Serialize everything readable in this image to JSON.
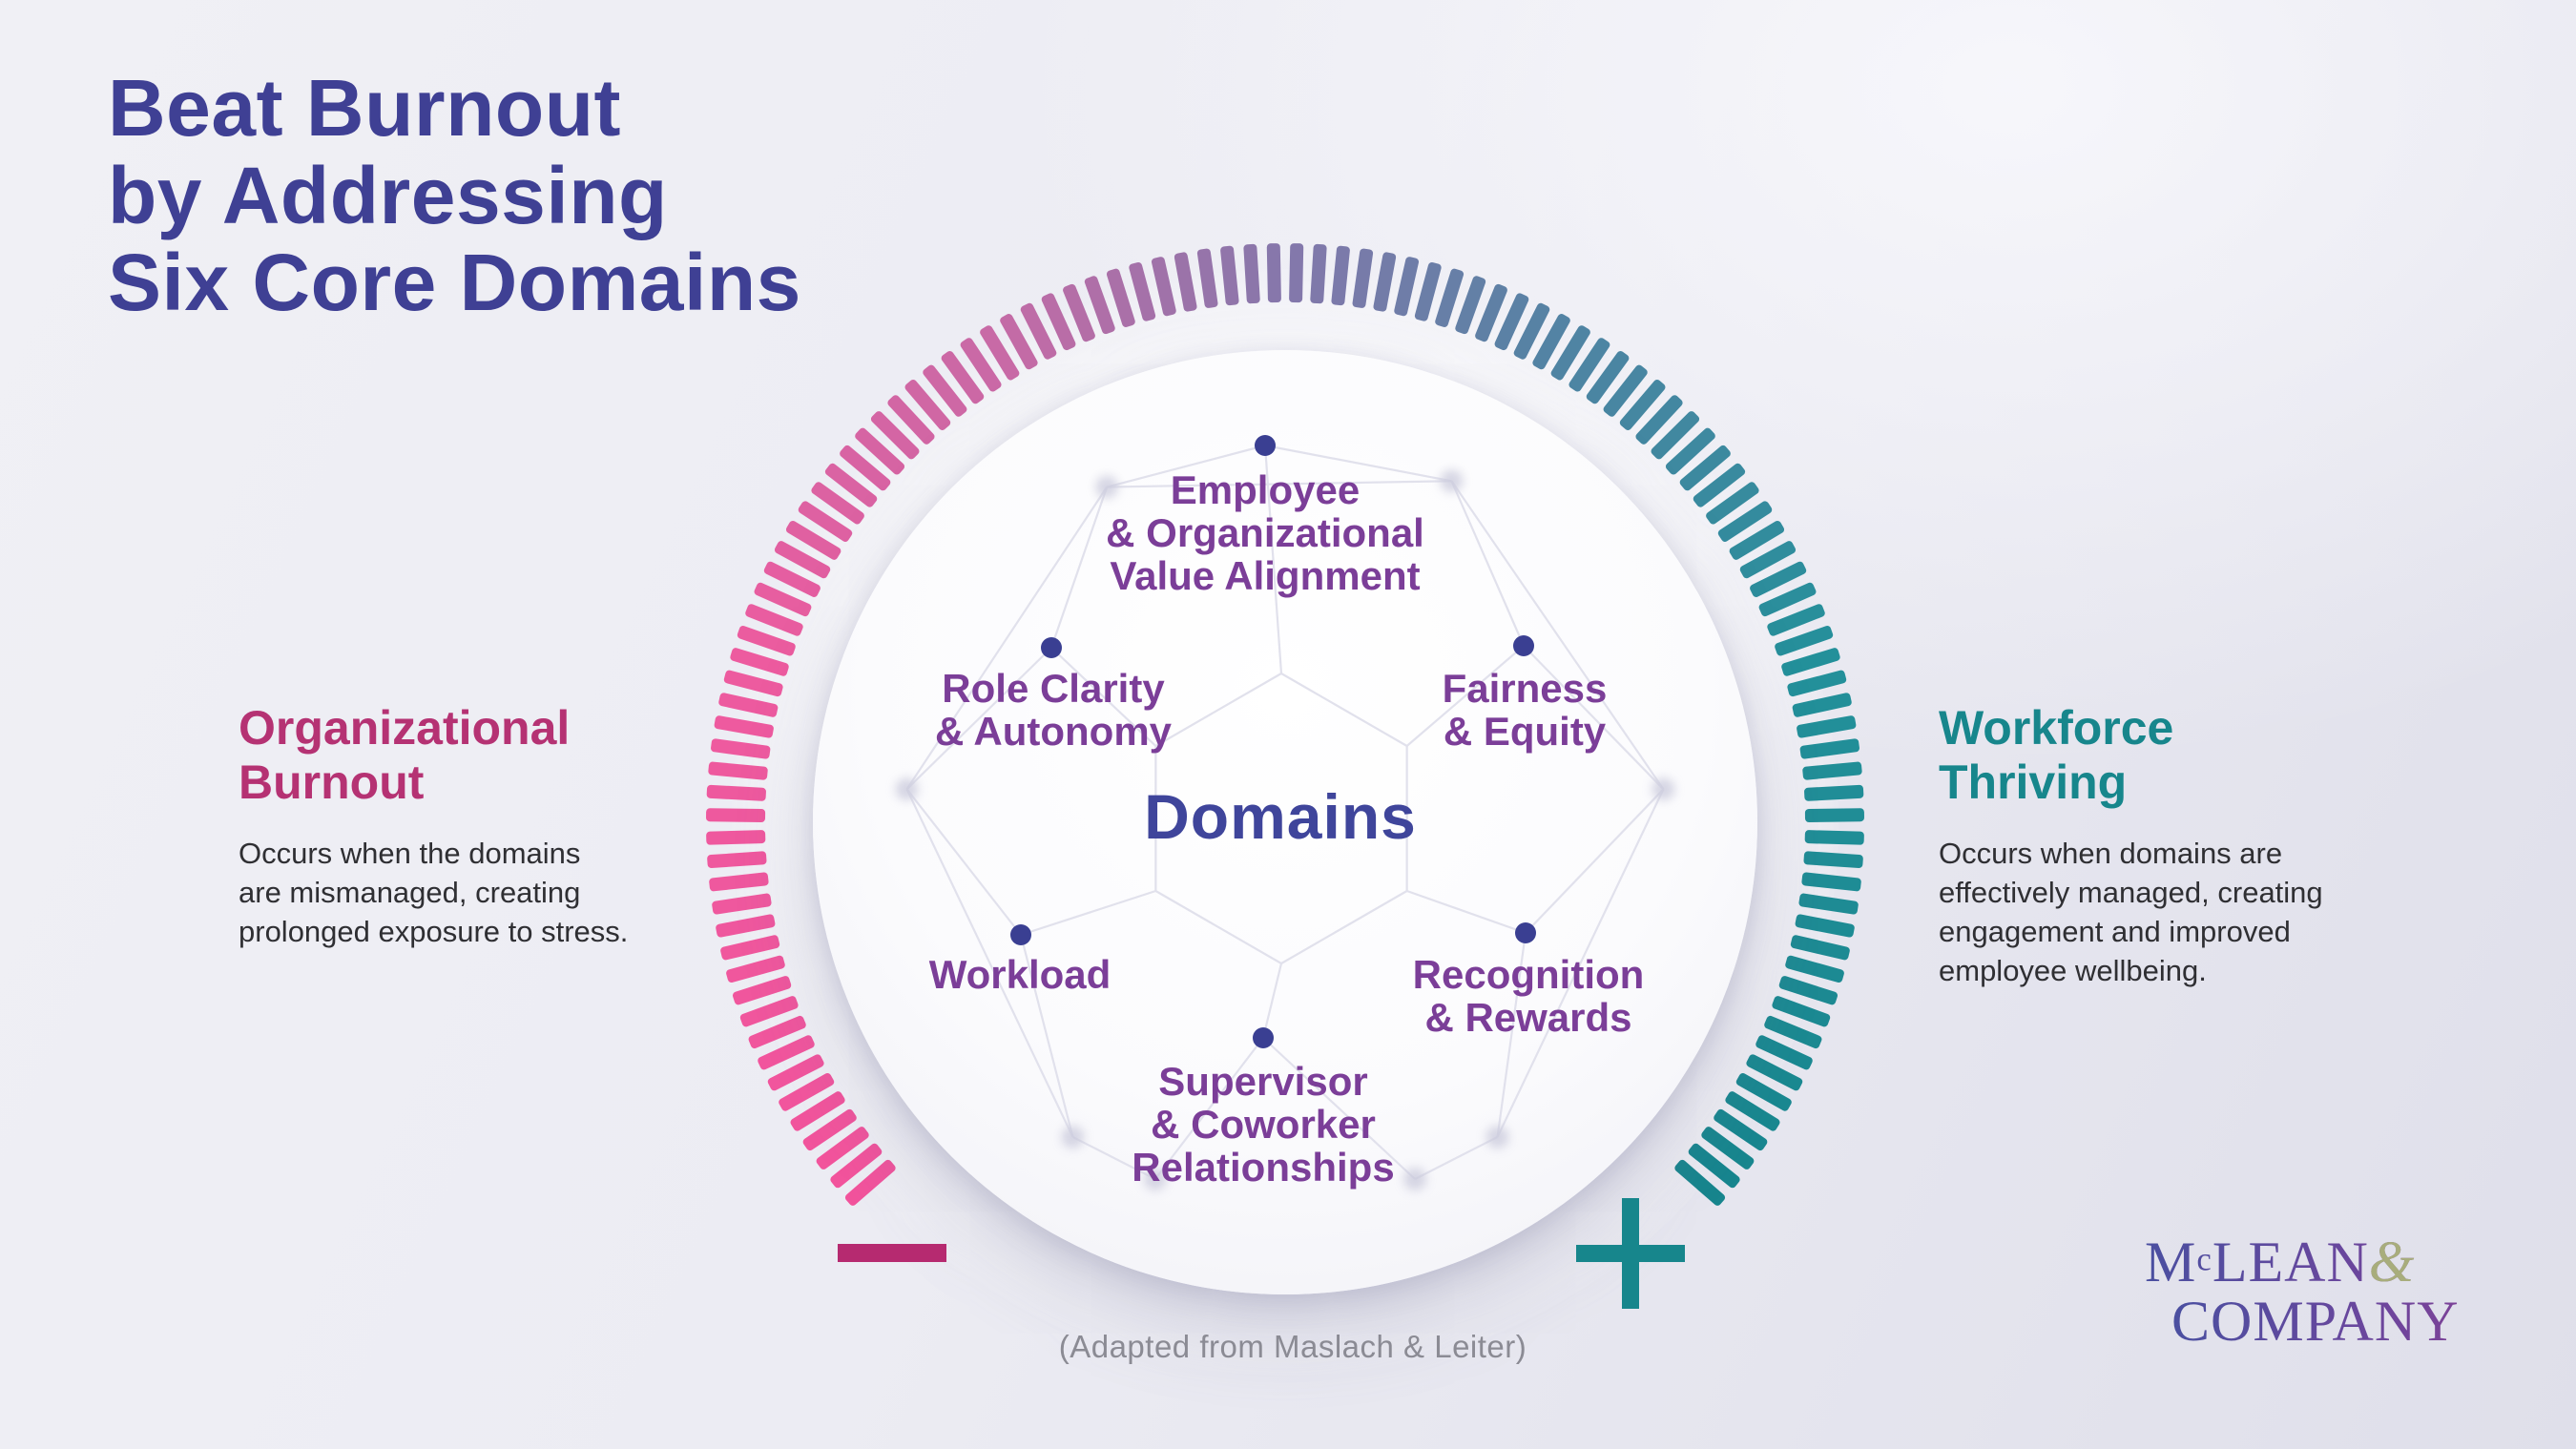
{
  "title": "Beat Burnout\nby Addressing\nSix Core Domains",
  "left_panel": {
    "heading": "Organizational\nBurnout",
    "body": "Occurs when the domains\nare mismanaged, creating\nprolonged exposure to stress.",
    "symbol": "minus"
  },
  "right_panel": {
    "heading": "Workforce\nThriving",
    "body": "Occurs when domains are\neffectively managed, creating\nengagement and improved\nemployee wellbeing.",
    "symbol": "plus"
  },
  "center_label": "Domains",
  "domains": [
    {
      "label": "Employee\n& Organizational\nValue Alignment",
      "position": "top"
    },
    {
      "label": "Role Clarity\n& Autonomy",
      "position": "upper-left"
    },
    {
      "label": "Fairness\n& Equity",
      "position": "upper-right"
    },
    {
      "label": "Workload",
      "position": "lower-left"
    },
    {
      "label": "Recognition\n& Rewards",
      "position": "lower-right"
    },
    {
      "label": "Supervisor\n& Coworker\nRelationships",
      "position": "bottom"
    }
  ],
  "caption": "(Adapted from Maslach & Leiter)",
  "logo": {
    "m": "M",
    "c": "c",
    "lean": "LEAN",
    "ampersand": "&",
    "company": "COMPANY"
  },
  "colors": {
    "title_indigo": "#3F4094",
    "burnout_magenta": "#B53273",
    "minus_magenta": "#B62A70",
    "thriving_teal": "#17868C",
    "domain_purple": "#7B3E98",
    "domains_indigo": "#3F459B",
    "dot_indigo": "#3A3F92",
    "body_text": "#2F2F33",
    "caption_gray": "#8B8B94",
    "logo_gradient_start": "#4A4FA0",
    "logo_gradient_end": "#8C3E90",
    "logo_ampersand_olive": "#A8AD7C"
  },
  "ring": {
    "gradient_stops": [
      {
        "t": 0.0,
        "color": "#F2539C"
      },
      {
        "t": 0.22,
        "color": "#ED5B9F"
      },
      {
        "t": 0.38,
        "color": "#C86AA6"
      },
      {
        "t": 0.5,
        "color": "#8578AB"
      },
      {
        "t": 0.62,
        "color": "#4F84A3"
      },
      {
        "t": 0.78,
        "color": "#23909A"
      },
      {
        "t": 1.0,
        "color": "#17858D"
      }
    ]
  }
}
